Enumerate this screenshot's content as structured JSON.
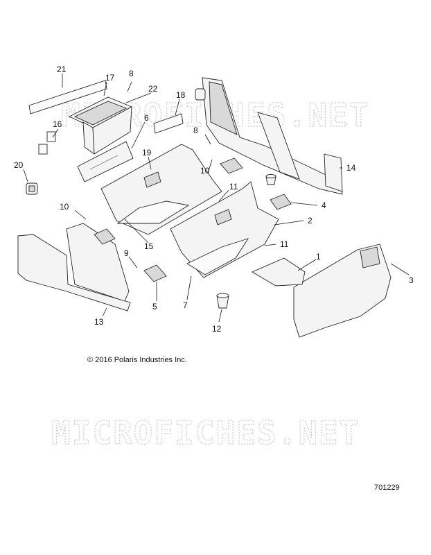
{
  "diagram": {
    "watermark": "MICROFICHES.NET",
    "copyright": "© 2016 Polaris Industries Inc.",
    "document_number": "701229",
    "callouts": [
      "1",
      "2",
      "3",
      "4",
      "5",
      "6",
      "7",
      "8",
      "8",
      "9",
      "10",
      "10",
      "11",
      "11",
      "12",
      "13",
      "14",
      "15",
      "16",
      "17",
      "18",
      "19",
      "20",
      "21",
      "22"
    ]
  }
}
